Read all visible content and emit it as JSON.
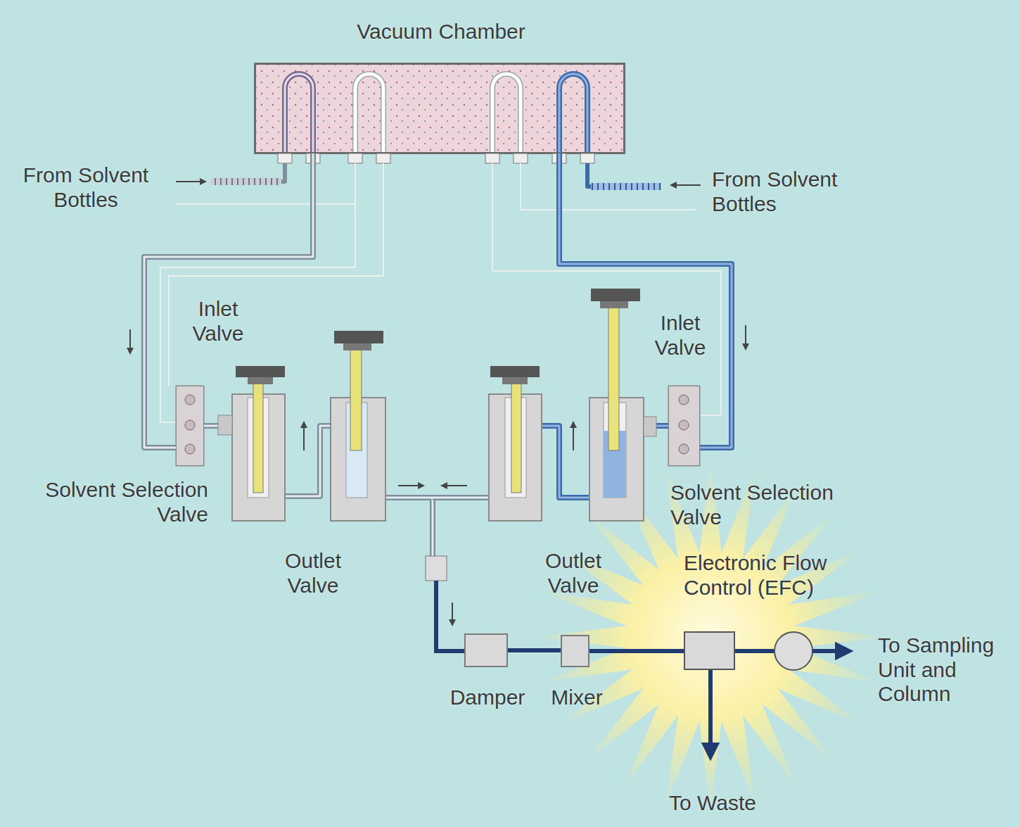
{
  "diagram": {
    "nodes": [
      {
        "text": [
          "Vacuum Chamber"
        ]
      },
      {
        "text": [
          "Solvent Selection Valve"
        ]
      },
      {
        "text": [
          "Solvent Selection Valve"
        ]
      },
      {
        "text": [
          "Damper"
        ]
      },
      {
        "text": [
          "Mixer"
        ]
      },
      {
        "text": [
          "Electronic Flow Control (EFC)"
        ]
      }
    ],
    "edges": [
      {
        "from": 0,
        "to": 1,
        "arrow": "none"
      },
      {
        "from": 0,
        "to": 2,
        "arrow": "none"
      },
      {
        "from": 3,
        "to": 4,
        "arrow": "none"
      },
      {
        "from": 4,
        "to": 5,
        "arrow": "none"
      }
    ],
    "labels": [
      "From Solvent Bottles",
      "From Solvent Bottles",
      "Inlet Valve",
      "Inlet Valve",
      "Outlet Valve",
      "Outlet Valve",
      "To Sampling Unit and Column",
      "To Waste"
    ]
  }
}
